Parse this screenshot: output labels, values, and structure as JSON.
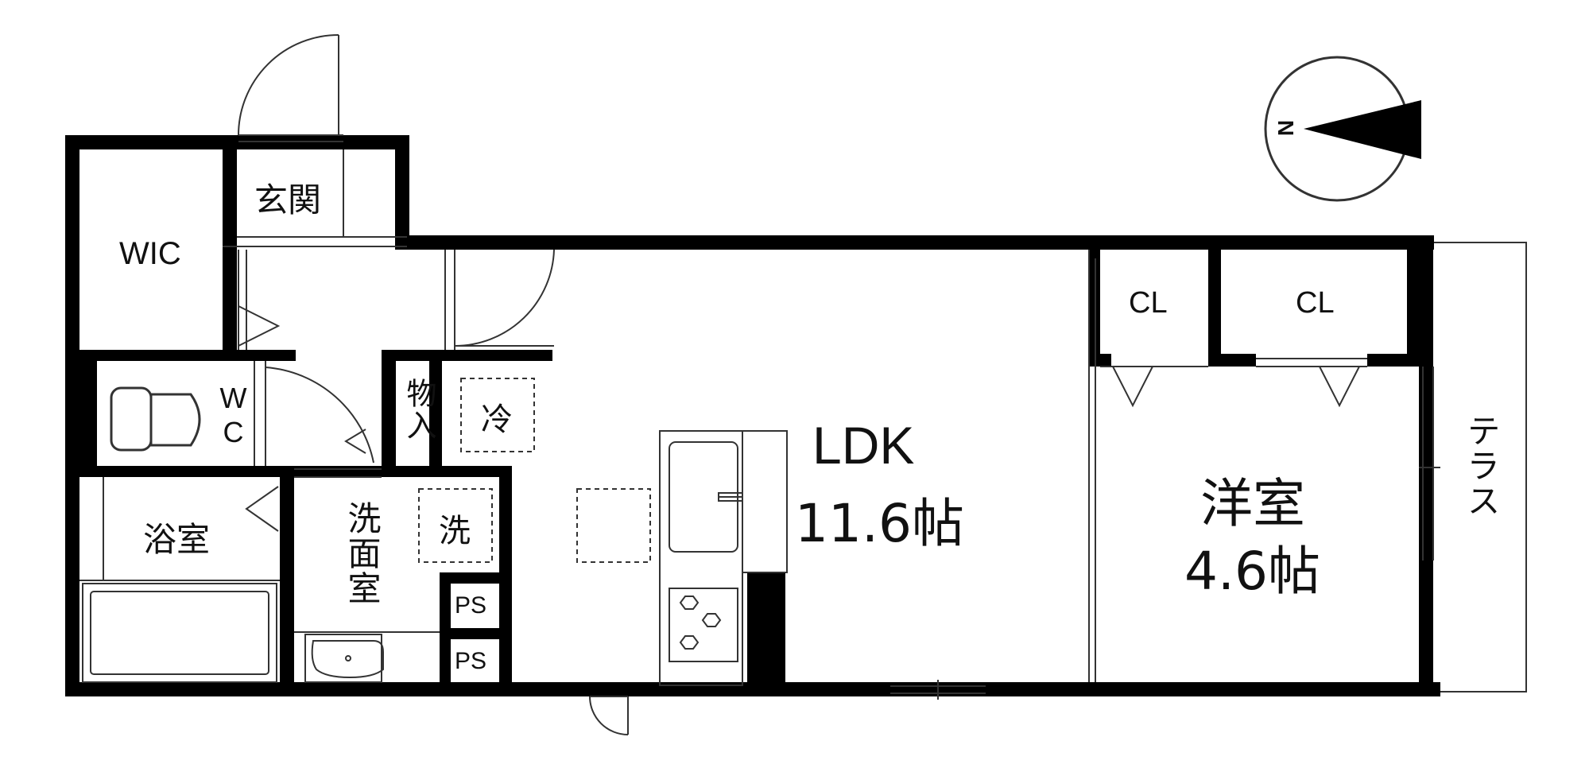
{
  "rooms": {
    "entrance": "玄関",
    "wic": "WIC",
    "wc": "WC",
    "bath": "浴室",
    "washroom": "洗面室",
    "storage": "物入",
    "fridge": "冷",
    "washer": "洗",
    "ps_upper": "PS",
    "ps_lower": "PS",
    "ldk": "LDK",
    "ldk_size": "11.6帖",
    "western": "洋室",
    "western_size": "4.6帖",
    "cl_left": "CL",
    "cl_right": "CL",
    "terrace": "テラス"
  },
  "compass": {
    "label": "N"
  },
  "colors": {
    "wall": "#000000",
    "line": "#333333",
    "background": "#ffffff"
  }
}
